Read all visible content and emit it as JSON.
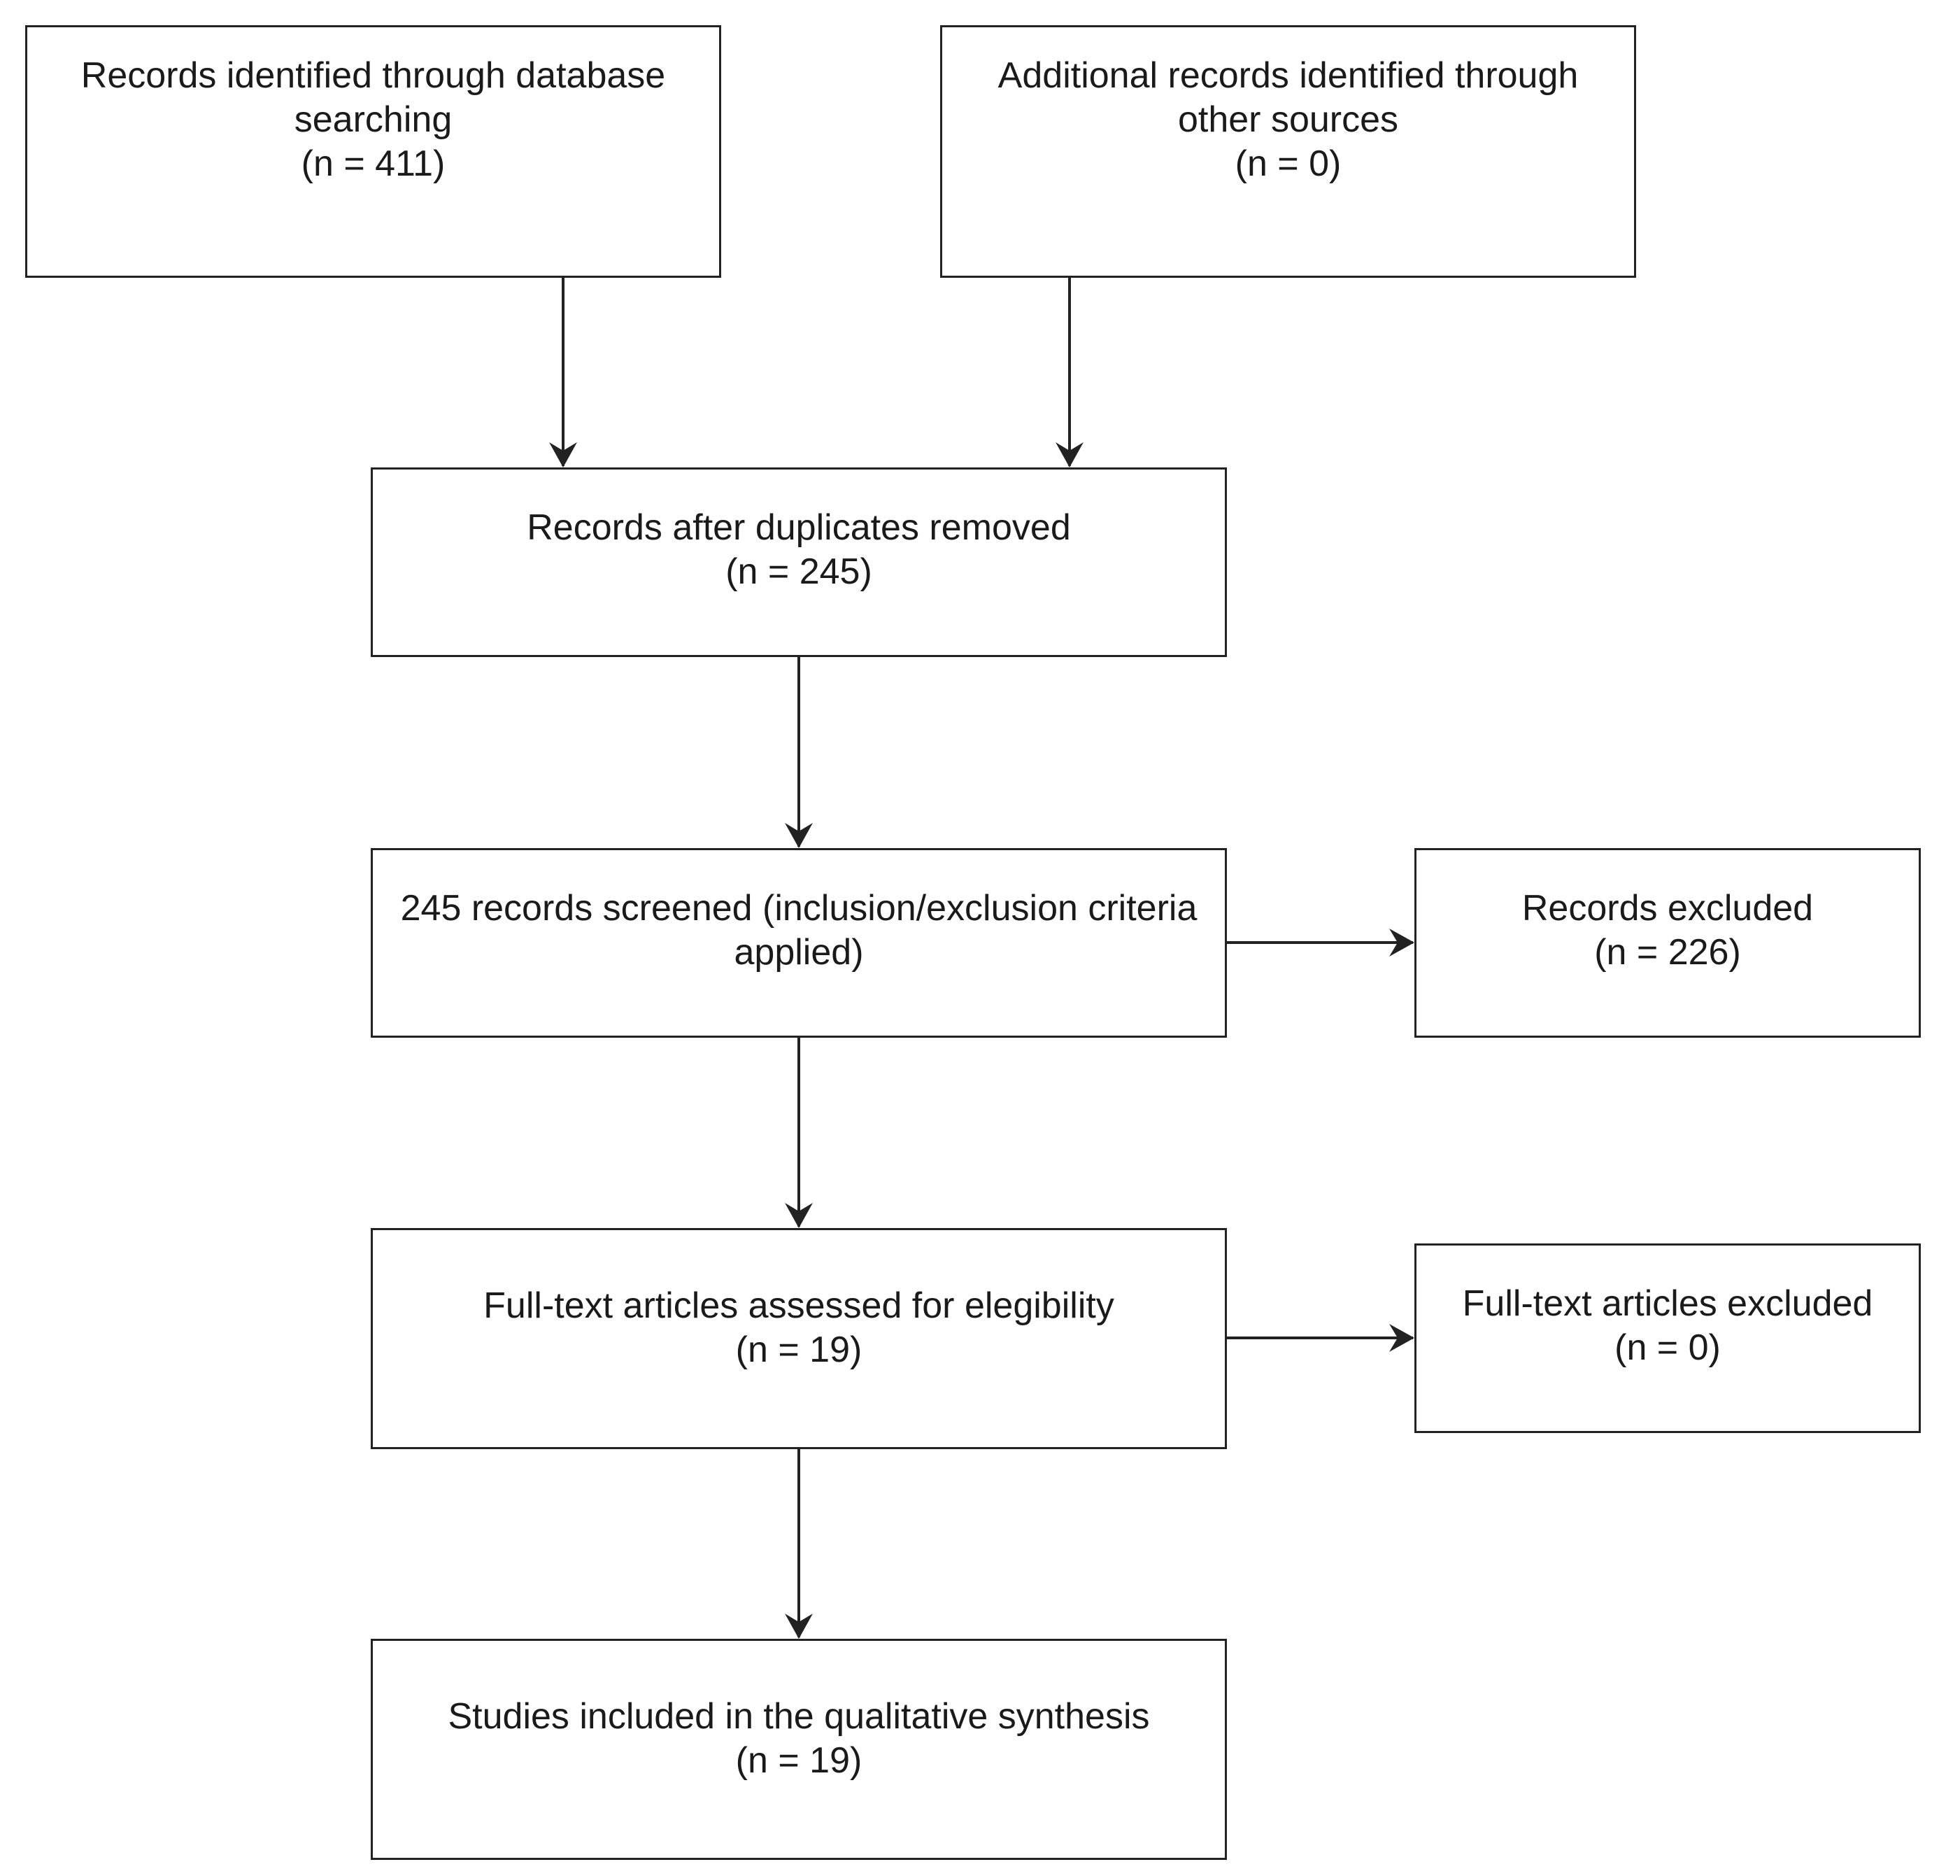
{
  "boxes": {
    "database_records": {
      "line1": "Records identified through database",
      "line2": "searching",
      "count": "(n = 411)"
    },
    "other_sources": {
      "line1": "Additional records identified through",
      "line2": "other sources",
      "count": "(n = 0)"
    },
    "after_duplicates": {
      "line1": "Records after duplicates removed",
      "count": "(n = 245)"
    },
    "screened": {
      "line1": "245 records screened (inclusion/exclusion criteria",
      "line2": "applied)"
    },
    "records_excluded": {
      "line1": "Records excluded",
      "count": "(n = 226)"
    },
    "fulltext_assessed": {
      "line1": "Full-text articles assessed for elegibility",
      "count": "(n = 19)"
    },
    "fulltext_excluded": {
      "line1": "Full-text articles excluded",
      "count": "(n = 0)"
    },
    "included": {
      "line1": "Studies included in the qualitative synthesis",
      "count": "(n = 19)"
    }
  },
  "colors": {
    "stroke": "#222222",
    "background": "#ffffff",
    "text": "#1a1a1a"
  }
}
